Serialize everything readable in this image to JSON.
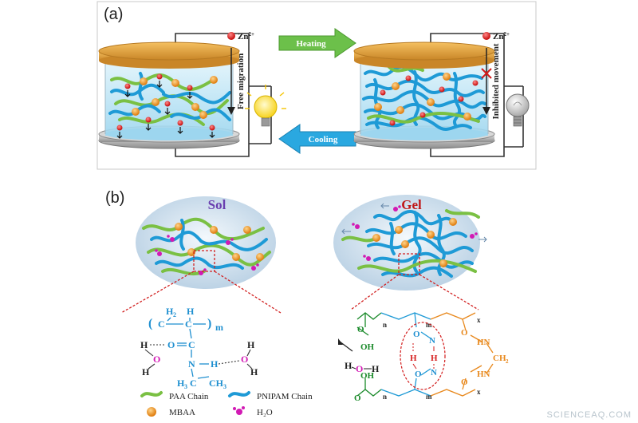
{
  "panel_a": {
    "label": "(a)",
    "ion": "Zn",
    "ion_charge": "2+",
    "free_migration": "Free migration",
    "inhibited_movement": "Inhibited movement",
    "heating": "Heating",
    "cooling": "Cooling"
  },
  "panel_b": {
    "label": "(b)",
    "sol": "Sol",
    "gel": "Gel",
    "legend": {
      "paa": "PAA Chain",
      "pnipam": "PNIPAM Chain",
      "mbaa": "MBAA",
      "h2o": "H₂O"
    }
  },
  "watermark": "SCIENCEAQ.COM",
  "colors": {
    "heating_arrow": "#6cc04a",
    "cooling_arrow": "#2aa8e0",
    "lid": "#e0a23c",
    "paa": "#7ac043",
    "pnipam": "#1e9ad6",
    "mbaa": "#f0a040",
    "water": "#d21ab4",
    "zn": "#d81e1e"
  }
}
